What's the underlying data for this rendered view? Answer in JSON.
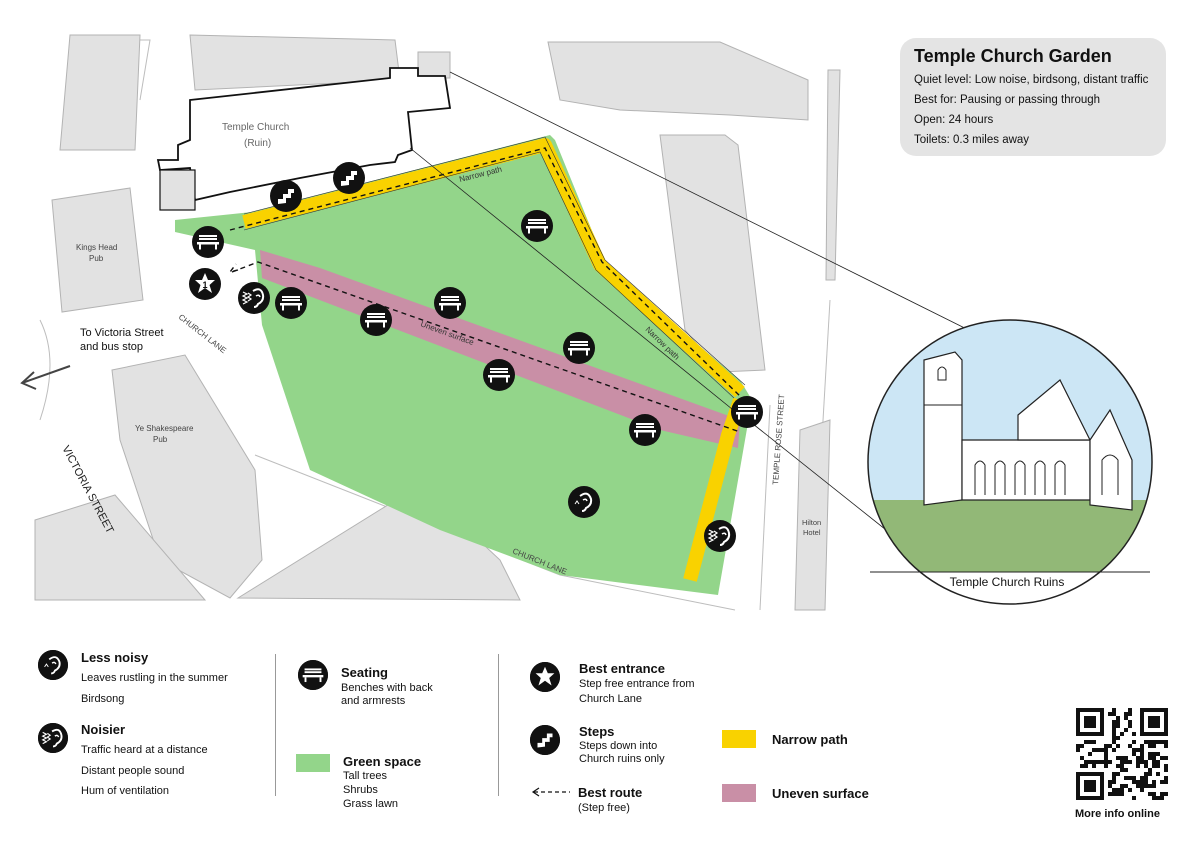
{
  "info": {
    "title": "Temple Church Garden",
    "quiet_level": "Quiet level: Low noise, birdsong, distant traffic",
    "best_for": "Best for: Pausing or passing through",
    "open": "Open: 24 hours",
    "toilets": "Toilets: 0.3 miles away"
  },
  "map_labels": {
    "church": "Temple Church",
    "church_sub": "(Ruin)",
    "kings_head": "Kings Head",
    "kings_head_sub": "Pub",
    "shakespeare": "Ye Shakespeare",
    "shakespeare_sub": "Pub",
    "victoria_link": "To Victoria Street",
    "victoria_link_sub": "and bus stop",
    "church_lane_1": "CHURCH LANE",
    "church_lane_2": "CHURCH LANE",
    "victoria_street": "VICTORIA STREET",
    "temple_rose": "TEMPLE ROSE STREET",
    "hilton": "Hilton",
    "hilton_sub": "Hotel",
    "narrow_path_1": "Narrow path",
    "narrow_path_2": "Narrow path",
    "uneven_surface": "Uneven surface",
    "inset_caption": "Temple Church Ruins",
    "entrance_number": "1"
  },
  "legend": {
    "less_noisy": {
      "title": "Less noisy",
      "lines": [
        "Leaves rustling in the summer",
        "Birdsong"
      ]
    },
    "noisier": {
      "title": "Noisier",
      "lines": [
        "Traffic heard at a distance",
        "Distant people sound",
        "Hum of ventilation"
      ]
    },
    "seating": {
      "title": "Seating",
      "lines": [
        "Benches with back",
        "and armrests"
      ]
    },
    "green_space": {
      "title": "Green space",
      "lines": [
        "Tall trees",
        "Shrubs",
        "Grass lawn"
      ]
    },
    "best_entrance": {
      "title": "Best entrance",
      "lines": [
        "Step free entrance from",
        "Church Lane"
      ]
    },
    "steps": {
      "title": "Steps",
      "lines": [
        "Steps down into",
        "Church ruins only"
      ]
    },
    "best_route": {
      "title": "Best route",
      "sub": "(Step free)"
    },
    "narrow_path": {
      "title": "Narrow path"
    },
    "uneven_surface": {
      "title": "Uneven surface"
    },
    "qr_caption": "More info online"
  },
  "colors": {
    "green_space": "#93d58a",
    "narrow_path": "#f9d200",
    "uneven_surface": "#c98fa6",
    "building": "#e2e2e2",
    "sky": "#cce6f5"
  }
}
